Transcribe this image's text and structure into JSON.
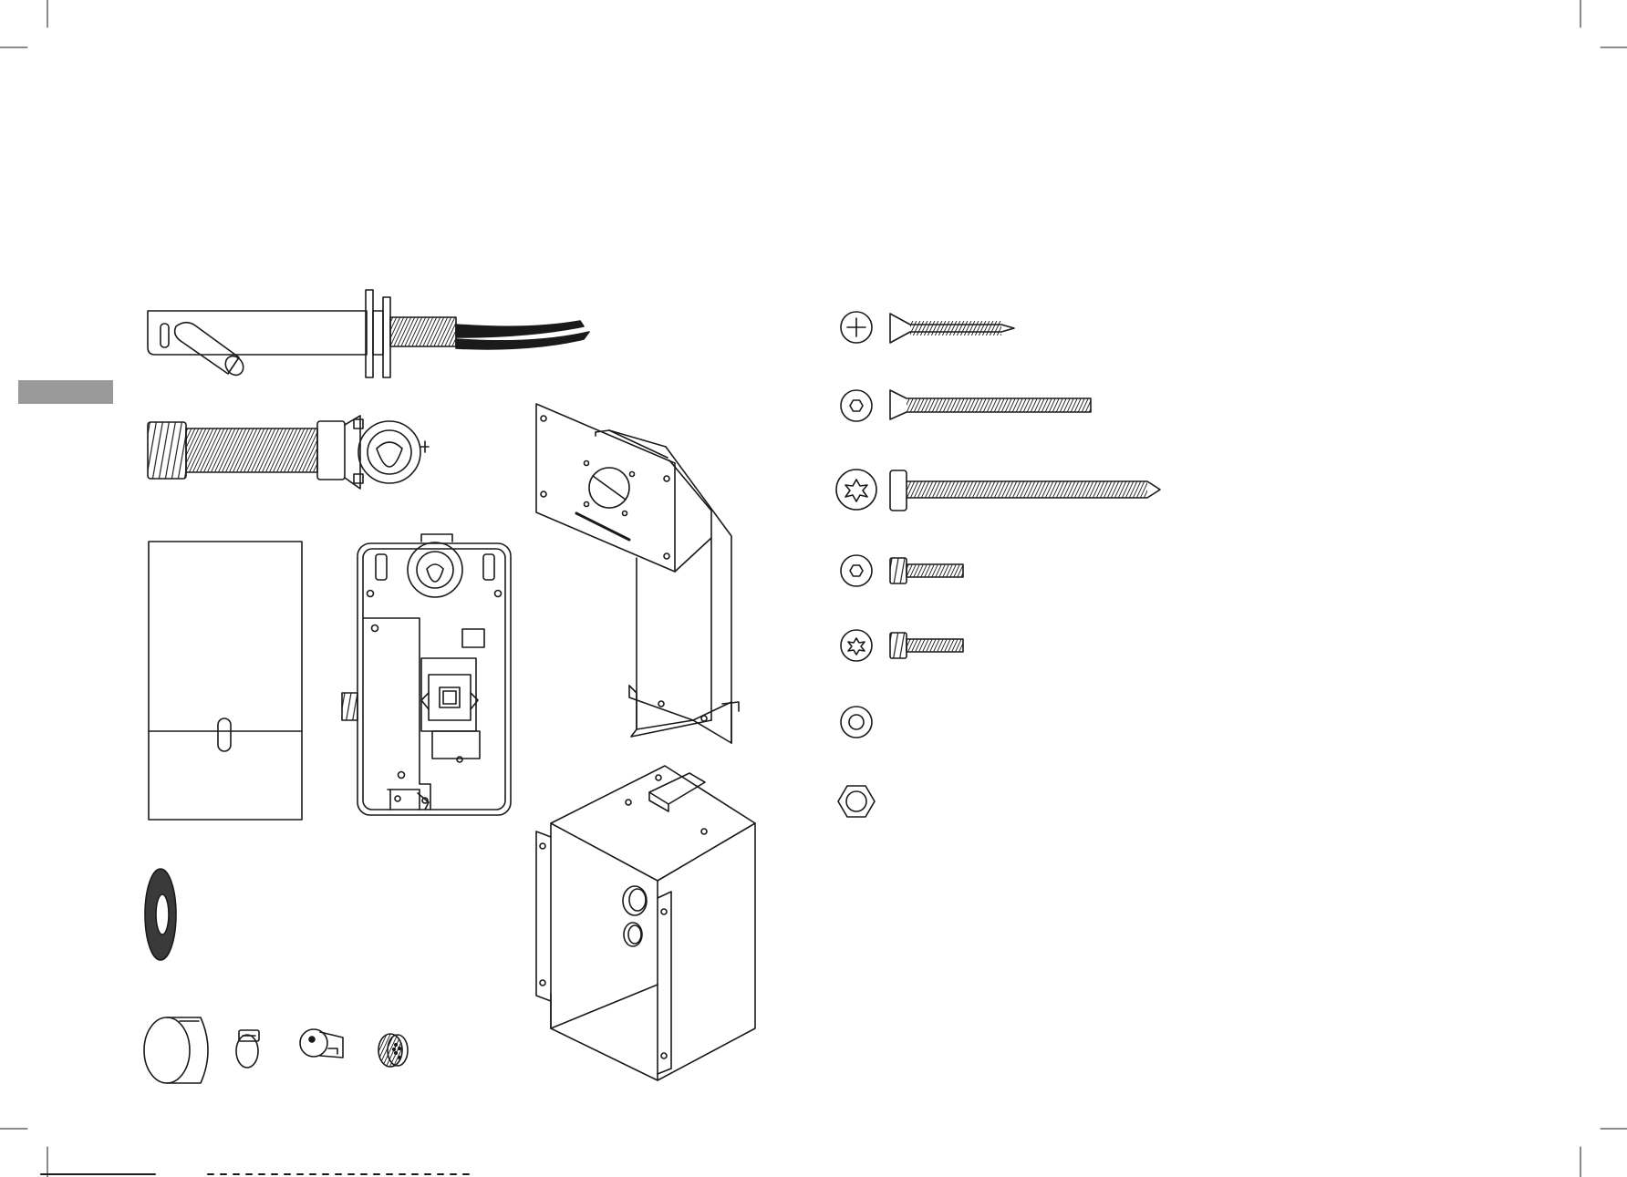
{
  "document": {
    "type": "installation-manual-parts-overview",
    "language_tab": {
      "color": "#9a9a9a",
      "visible": true
    },
    "line_color": "#1a1a1a",
    "parts": [
      {
        "name": "faucet-body"
      },
      {
        "name": "flexible-hose-with-mixer"
      },
      {
        "name": "cover-plate"
      },
      {
        "name": "control-unit"
      },
      {
        "name": "mounting-bracket"
      },
      {
        "name": "installation-box"
      },
      {
        "name": "sealing-washer"
      },
      {
        "name": "sleeve"
      },
      {
        "name": "hose-clamp"
      },
      {
        "name": "service-key"
      },
      {
        "name": "aerator"
      }
    ],
    "hardware": [
      {
        "name": "phillips-countersunk-wood-screw",
        "head_icon": "phillips-icon"
      },
      {
        "name": "hex-socket-countersunk-machine-screw",
        "head_icon": "hex-socket-icon"
      },
      {
        "name": "torx-pan-head-wood-screw",
        "head_icon": "torx-icon"
      },
      {
        "name": "hex-socket-cap-screw",
        "head_icon": "hex-socket-icon"
      },
      {
        "name": "torx-cap-screw",
        "head_icon": "torx-icon"
      },
      {
        "name": "washer",
        "head_icon": "washer-icon"
      },
      {
        "name": "hex-nut",
        "head_icon": "hex-nut-icon"
      }
    ]
  }
}
